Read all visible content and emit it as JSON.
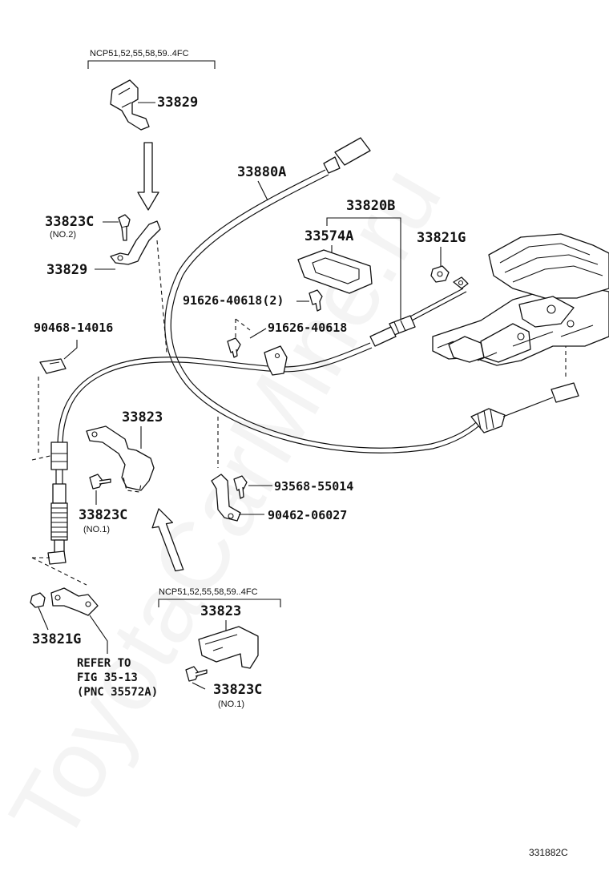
{
  "watermark": "ToyotaCarMine.ru",
  "diagram_code": "331882C",
  "variant_top": "NCP51,52,55,58,59..4FC",
  "variant_bottom": "NCP51,52,55,58,59..4FC",
  "labels": {
    "p33829_top": "33829",
    "p33823c_no2": "33823C",
    "p33823c_no2_note": "(NO.2)",
    "p33829_mid": "33829",
    "p33880a": "33880A",
    "p33820b": "33820B",
    "p33574a": "33574A",
    "p33821g_top": "33821G",
    "p91626_2": "91626-40618(2)",
    "p90468": "90468-14016",
    "p91626_1": "91626-40618",
    "p33823_mid": "33823",
    "p33823c_no1": "33823C",
    "p33823c_no1_note": "(NO.1)",
    "p93568": "93568-55014",
    "p90462": "90462-06027",
    "p33823_bot": "33823",
    "p33823c_bot": "33823C",
    "p33823c_bot_note": "(NO.1)",
    "p33821g_bot": "33821G",
    "refer_1": "REFER TO",
    "refer_2": "FIG 35-13",
    "refer_3": "(PNC 35572A)"
  }
}
